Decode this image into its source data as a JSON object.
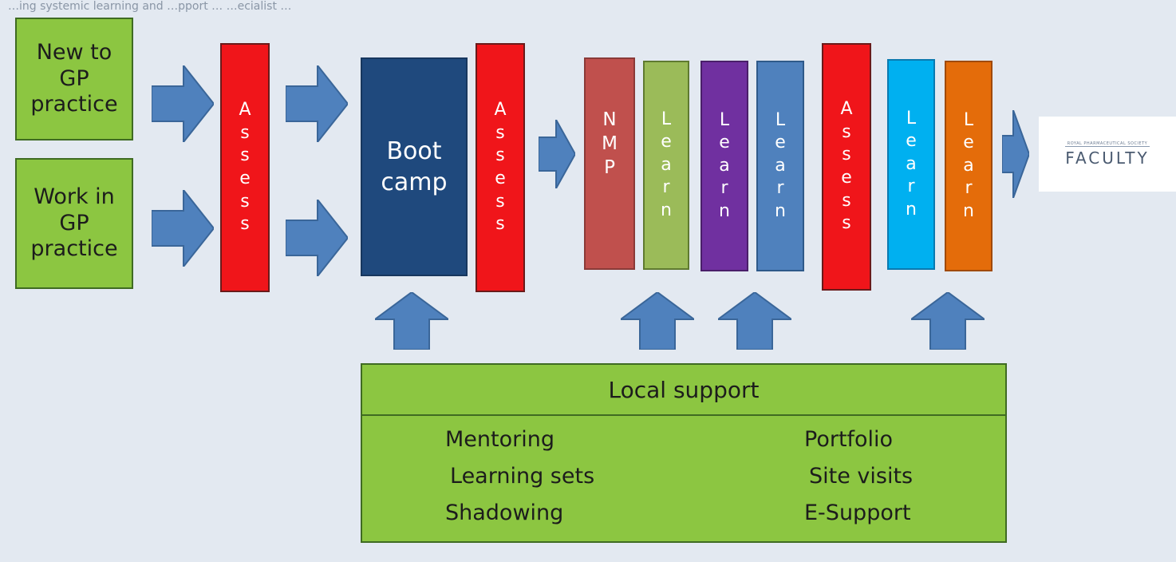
{
  "caption": "…ing systemic learning and …pport … …ecialist …",
  "inputs": [
    {
      "lines": [
        "New to",
        "GP",
        "practice"
      ]
    },
    {
      "lines": [
        "Work in",
        "GP",
        "practice"
      ]
    }
  ],
  "assess_letters": [
    "A",
    "s",
    "s",
    "e",
    "s",
    "s"
  ],
  "learn_letters": [
    "L",
    "e",
    "a",
    "r",
    "n"
  ],
  "nmp_letters": [
    "N",
    "M",
    "P"
  ],
  "boot_camp": {
    "lines": [
      "Boot",
      "camp"
    ]
  },
  "faculty": {
    "small": "ROYAL PHARMACEUTICAL SOCIETY",
    "word": "FACULTY"
  },
  "local_support": {
    "title": "Local support",
    "left": [
      "Mentoring",
      "Learning sets",
      "Shadowing"
    ],
    "right": [
      "Portfolio",
      "Site visits",
      "E-Support"
    ]
  },
  "colors": {
    "assess": "#f0151a",
    "boot_camp": "#1f497d",
    "nmp": "#c0504d",
    "learn_olive": "#9bbb59",
    "learn_purple": "#7030a0",
    "learn_steel": "#4f81bd",
    "learn_cyan": "#00b0f0",
    "learn_orange": "#e46c0a",
    "green_box": "#8cc641",
    "arrow": "#4f81bd"
  }
}
